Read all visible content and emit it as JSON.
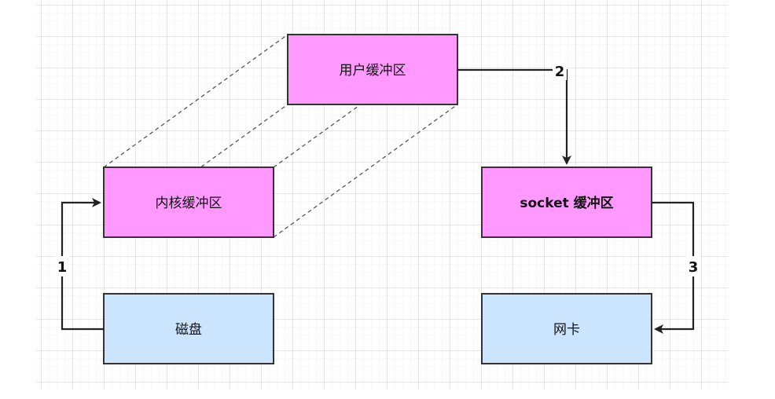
{
  "colors": {
    "buffer_fill": "#ff99ff",
    "device_fill": "#cce5ff",
    "stroke": "#333333"
  },
  "nodes": {
    "user_buffer": "用户缓冲区",
    "kernel_buffer": "内核缓冲区",
    "socket_buffer": "socket 缓冲区",
    "disk": "磁盘",
    "nic": "网卡"
  },
  "edges": {
    "step1": "1",
    "step2": "2",
    "step3": "3"
  }
}
